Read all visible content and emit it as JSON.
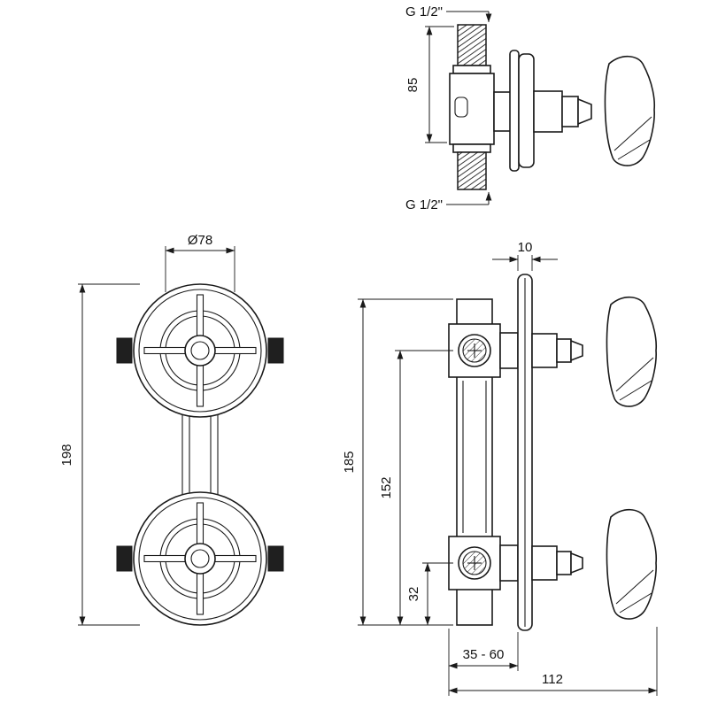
{
  "views": {
    "top_side": {
      "thread_top_label": "G 1/2\"",
      "dim_height": "85",
      "thread_bottom_label": "G 1/2\""
    },
    "front": {
      "dim_diameter": "Ø78",
      "dim_height": "198"
    },
    "side": {
      "dim_plate_thickness": "10",
      "dim_body_height": "185",
      "dim_port_span": "152",
      "dim_bottom_offset": "32",
      "dim_mount_depth_range": "35 - 60",
      "dim_total_depth": "112"
    }
  }
}
